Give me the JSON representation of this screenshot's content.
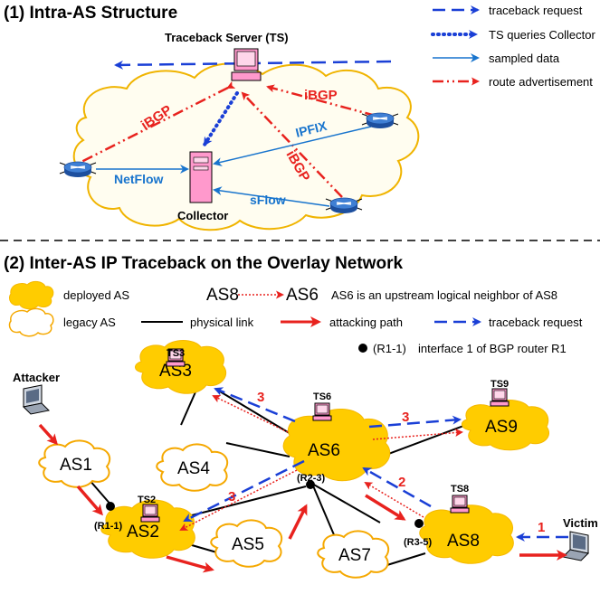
{
  "section1": {
    "title": "(1) Intra-AS Structure",
    "server_label": "Traceback Server (TS)",
    "collector_label": "Collector",
    "links": {
      "ibgp_left": "iBGP",
      "ibgp_right": "iBGP",
      "ibgp_mid": "iBGP",
      "ipfix": "IPFIX",
      "netflow": "NetFlow",
      "sflow": "sFlow"
    },
    "legend": [
      "traceback request",
      "TS queries Collector",
      "sampled data",
      "route advertisement"
    ]
  },
  "section2": {
    "title": "(2) Inter-AS IP Traceback on the Overlay Network",
    "legend": {
      "deployed": "deployed AS",
      "legacy": "legacy AS",
      "as8": "AS8",
      "as6": "AS6",
      "neighbor_desc": "AS6 is an upstream logical neighbor of AS8",
      "physical": "physical link",
      "attack": "attacking path",
      "traceback": "traceback request",
      "iface_code": "(R1-1)",
      "iface_desc": "interface 1 of BGP router R1"
    },
    "nodes": {
      "as1": "AS1",
      "as2": "AS2",
      "as3": "AS3",
      "as4": "AS4",
      "as5": "AS5",
      "as6": "AS6",
      "as7": "AS7",
      "as8": "AS8",
      "as9": "AS9",
      "ts2": "TS2",
      "ts3": "TS3",
      "ts6": "TS6",
      "ts8": "TS8",
      "ts9": "TS9",
      "attacker": "Attacker",
      "victim": "Victim",
      "r11": "(R1-1)",
      "r23": "(R2-3)",
      "r35": "(R3-5)"
    },
    "steps": {
      "s1": "1",
      "s2": "2",
      "s3a": "3",
      "s3b": "3",
      "s3c": "3"
    }
  },
  "colors": {
    "deployed_fill": "#ffcc00",
    "legacy_stroke": "#f5a800",
    "traceback": "#1a3fd6",
    "attack": "#e8221e",
    "sampled": "#1874cd"
  }
}
